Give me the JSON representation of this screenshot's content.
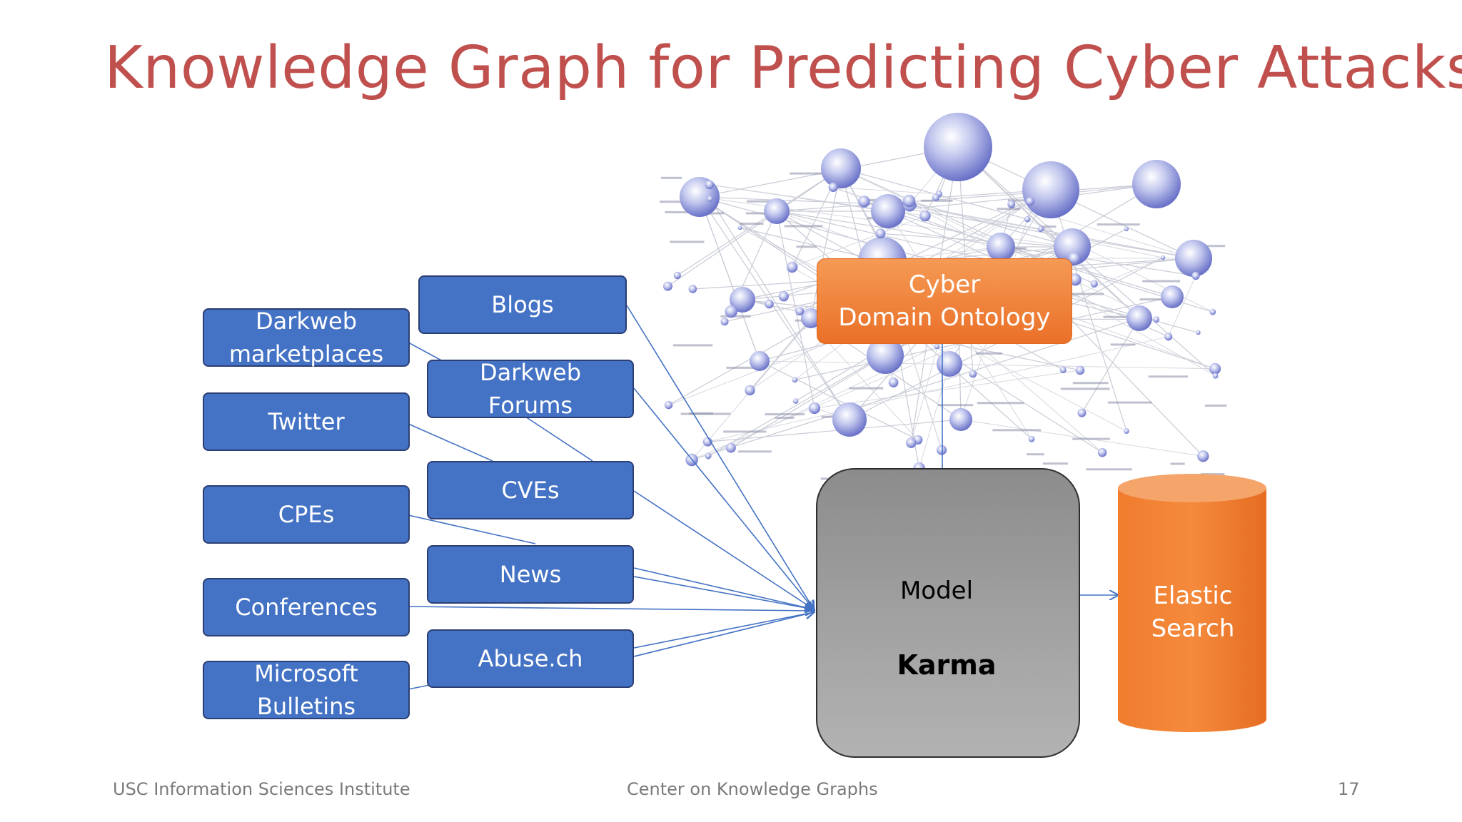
{
  "title": "Knowledge Graph for Predicting Cyber Attacks",
  "colors": {
    "title": "#c0504d",
    "source_box": "#4472c4",
    "orange": "#ed7d31",
    "karma": "#999999",
    "model_green": "#70c040",
    "arrow": "#4472c4"
  },
  "sources_left": [
    {
      "id": "darkweb-marketplaces",
      "lines": [
        "Darkweb",
        "marketplaces"
      ]
    },
    {
      "id": "twitter",
      "lines": [
        "Twitter"
      ]
    },
    {
      "id": "cpes",
      "lines": [
        "CPEs"
      ]
    },
    {
      "id": "conferences",
      "lines": [
        "Conferences"
      ]
    },
    {
      "id": "microsoft-bulletins",
      "lines": [
        "Microsoft",
        "Bulletins"
      ]
    }
  ],
  "sources_right": [
    {
      "id": "blogs",
      "lines": [
        "Blogs"
      ]
    },
    {
      "id": "darkweb-forums",
      "lines": [
        "Darkweb",
        "Forums"
      ]
    },
    {
      "id": "cves",
      "lines": [
        "CVEs"
      ]
    },
    {
      "id": "news",
      "lines": [
        "News"
      ]
    },
    {
      "id": "abuse-ch",
      "lines": [
        "Abuse.ch"
      ]
    }
  ],
  "ontology": {
    "line1": "Cyber",
    "line2": "Domain Ontology"
  },
  "karma": {
    "label": "Karma",
    "model_label": "Model"
  },
  "elastic": {
    "line1": "Elastic",
    "line2": "Search"
  },
  "footer": {
    "left": "USC Information Sciences Institute",
    "center": "Center on Knowledge Graphs",
    "page": "17"
  }
}
